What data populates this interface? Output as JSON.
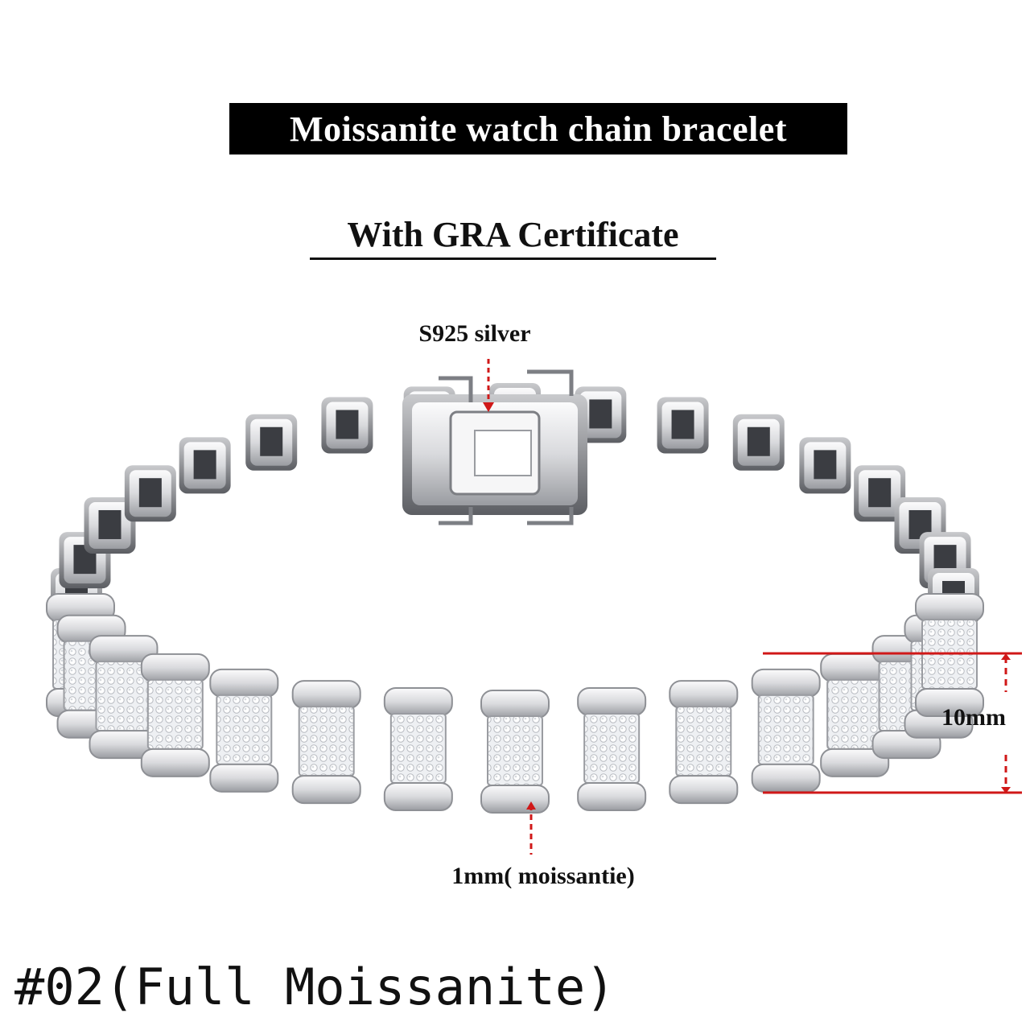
{
  "title": "Moissanite watch chain bracelet",
  "subtitle": "With GRA Certificate",
  "callouts": {
    "material": "S925 silver",
    "width": "10mm",
    "stone": "1mm( moissantie)"
  },
  "variant": "#02(Full Moissanite)",
  "colors": {
    "annotation": "#d01818",
    "title_bg": "#000000",
    "metal": "#e8e8ea"
  }
}
